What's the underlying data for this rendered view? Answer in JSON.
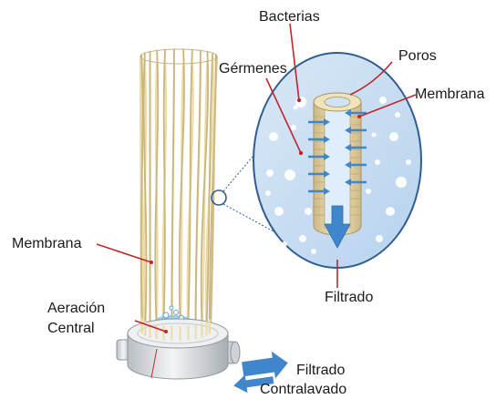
{
  "labels": {
    "bacterias": "Bacterias",
    "germenes": "Gérmenes",
    "poros": "Poros",
    "membrana_zoom": "Membrana",
    "membrana_main": "Membrana",
    "aeracion_line1": "Aeración",
    "aeracion_line2": "Central",
    "filtrado_center": "Filtrado",
    "filtrado_out": "Filtrado",
    "contralavado": "Contralavado"
  },
  "colors": {
    "fiber": "#efdba5",
    "fiber_shadow": "#c9b57e",
    "leader_line": "#c0272d",
    "zoom_fill": "#c9dff3",
    "zoom_border": "#2f5d90",
    "flow_arrow": "#3f86cc",
    "tube_wall": "#e6d3a2",
    "tube_bore": "#dfeefa",
    "particle": "#ffffff",
    "base_housing": "#e4e7ea",
    "aeration": "#8cc3ea"
  },
  "icons": {
    "zoom_marker": "magnify-circle-icon",
    "flow_arrows": "arrow-right-icon",
    "outlet_arrows": "double-arrow-icon"
  }
}
